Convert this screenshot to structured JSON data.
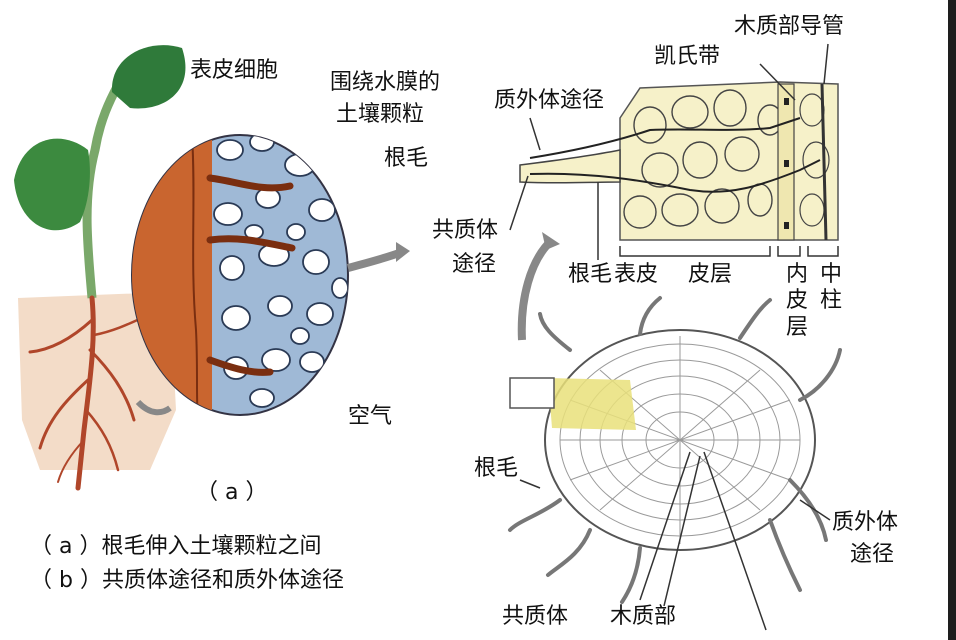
{
  "labels": {
    "epidermal_cell": "表皮细胞",
    "water_film_soil_1": "围绕水膜的",
    "water_film_soil_2": "土壤颗粒",
    "root_hair_a": "根毛",
    "air": "空气",
    "apoplast_top": "质外体途径",
    "symplast_1": "共质体",
    "symplast_2": "途径",
    "root_hair_b": "根毛",
    "epidermis": "表皮",
    "cortex": "皮层",
    "endodermis": "内皮层",
    "stele": "中柱",
    "casparian": "凯氏带",
    "xylem_vessel": "木质部导管",
    "root_hair_c": "根毛",
    "apoplast_right_1": "质外体",
    "apoplast_right_2": "途径",
    "symplast_bottom": "共质体",
    "xylem_bottom": "木质部"
  },
  "captions": {
    "fig_a": "（ a ）",
    "line_a": "（ a ）根毛伸入土壤颗粒之间",
    "line_b": "（ b ）共质体途径和质外体途径"
  },
  "colors": {
    "leaf": "#2f7a3a",
    "stem": "#7aa86a",
    "root_zone": "#f3dcc8",
    "root": "#b0462a",
    "epidermis_band": "#c9652f",
    "soil_bg": "#9fb9d6",
    "cell_fill": "#f6f1c9",
    "highlight": "#e9e07a",
    "line": "#333333"
  }
}
